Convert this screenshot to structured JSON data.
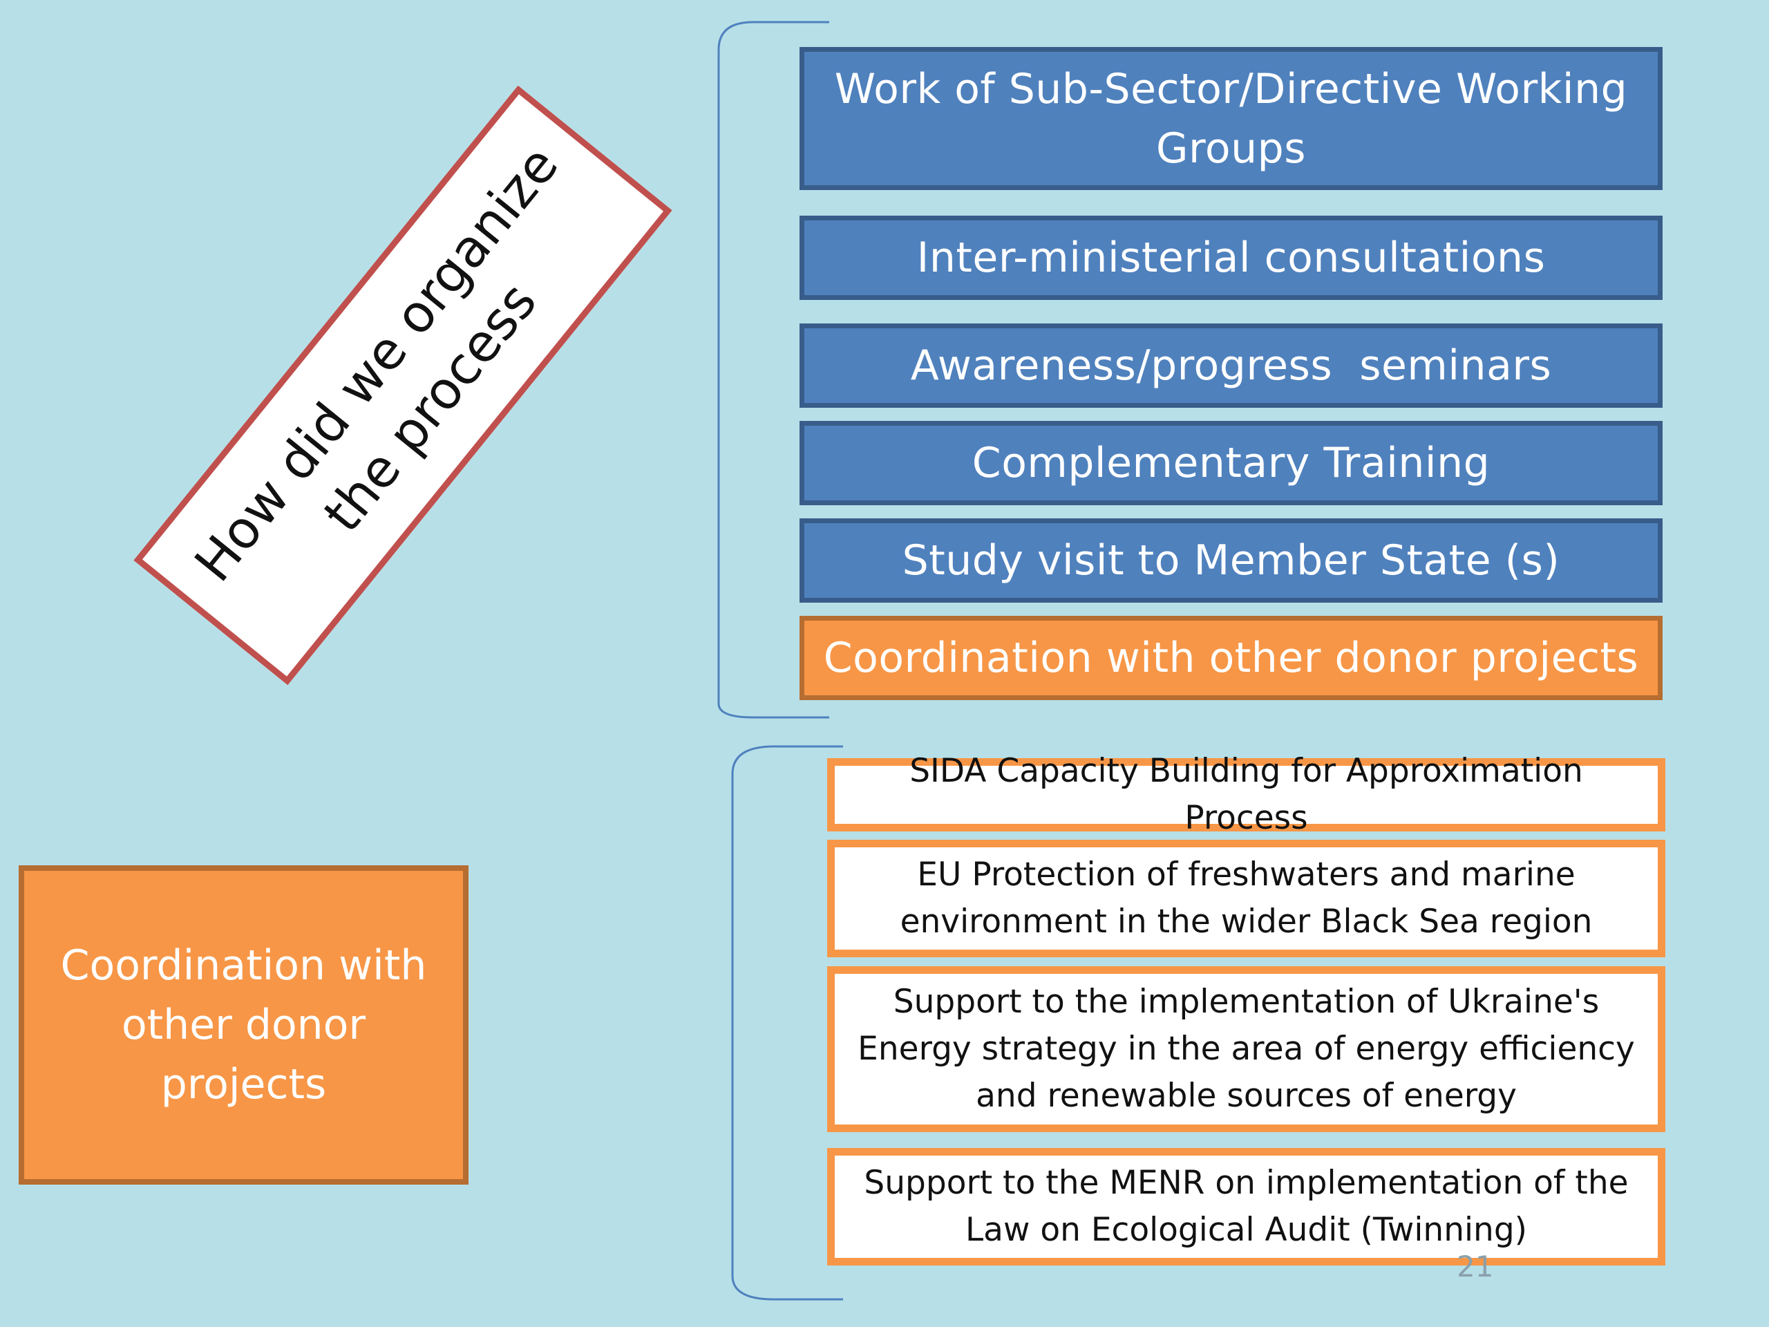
{
  "title": "How did we organize the process",
  "steps": [
    {
      "label": "Work of Sub-Sector/Directive Working Groups",
      "color": "#4f81bd"
    },
    {
      "label": "Inter-ministerial consultations",
      "color": "#4f81bd"
    },
    {
      "label": "Awareness/progress  seminars",
      "color": "#4f81bd"
    },
    {
      "label": "Complementary Training",
      "color": "#4f81bd"
    },
    {
      "label": "Study visit to Member State (s)",
      "color": "#4f81bd"
    },
    {
      "label": "Coordination with other donor projects",
      "color": "#f79646"
    }
  ],
  "side_box": {
    "label": "Coordination with other donor projects",
    "color": "#f79646"
  },
  "projects": [
    "SIDA Capacity Building for Approximation Process",
    "EU Protection of freshwaters and marine environment in the wider Black Sea region",
    "Support to the implementation of Ukraine's Energy strategy in the area of energy efficiency and renewable sources of energy",
    "Support to the MENR on implementation of the Law on Ecological Audit (Twinning)"
  ],
  "page_number": "21",
  "colors": {
    "background": "#b7dfe8",
    "title_border": "#c0504d",
    "blue": "#4f81bd",
    "orange": "#f79646",
    "bracket": "#4f81bd"
  }
}
